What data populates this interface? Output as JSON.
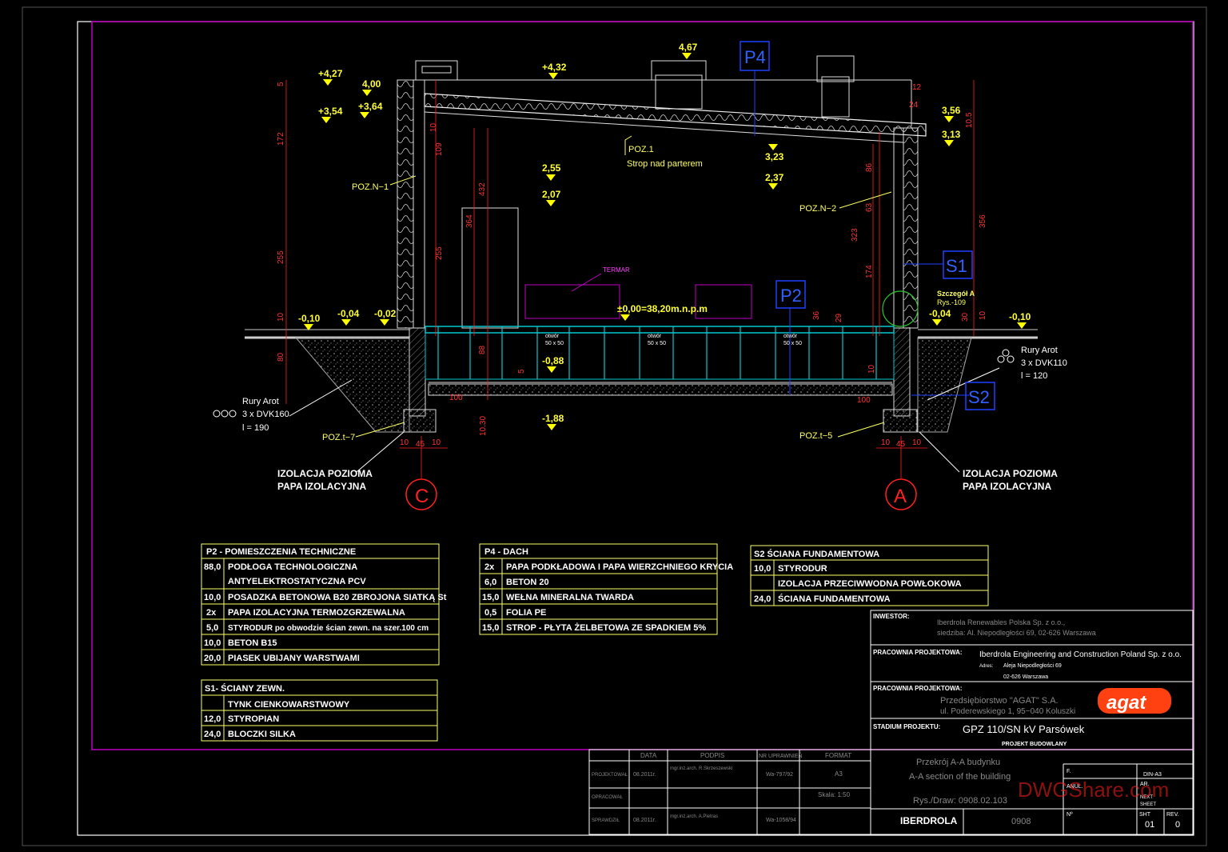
{
  "colors": {
    "background": "#000000",
    "frame": "#ffffff",
    "border": "#c000c0",
    "dimension": "#ff2020",
    "level_marker": "#ffff00",
    "label": "#ffff66",
    "section_tag": "#2040ff",
    "cyan": "#00c8d0",
    "table_border": "#ffff66"
  },
  "elevations": {
    "top_left_chimney": "+4,27",
    "parapet": "4,00",
    "left_eave": "+3,54",
    "left_mid": "+3,64",
    "ridge": "+4,32",
    "chimney": "4,67",
    "right_top": "3,56",
    "right_eave": "3,13",
    "ceiling_a": "3,23",
    "ceiling_b": "2,37",
    "room_a": "2,55",
    "room_b": "2,07",
    "ground_left": "-0,10",
    "ground_left2": "-0,04",
    "ground_left3": "-0,02",
    "ground_right": "-0,10",
    "ground_right2": "-0,04",
    "cable_floor": "-0,88",
    "foundation": "-1,88",
    "zero": "±0,00=38,20m.n.p.m"
  },
  "dims": {
    "left_5": "5",
    "left_172": "172",
    "left_255": "255",
    "left_10": "10",
    "left_80": "80",
    "v10": "10",
    "v109": "109",
    "v432": "432",
    "v364": "364",
    "v255": "255",
    "v88": "88",
    "r12": "12",
    "r24": "24",
    "r105": "10.5",
    "r86": "86",
    "r63": "63",
    "r323": "323",
    "r174": "174",
    "r356": "356",
    "r10": "10",
    "r30": "30",
    "r36": "36",
    "r29": "29",
    "r5": "5",
    "r10b": "10",
    "b100": "100",
    "b100r": "100",
    "b1030": "10.30",
    "f10a": "10",
    "f45a": "45",
    "f10b": "10",
    "f10c": "10",
    "f45b": "45",
    "f10d": "10"
  },
  "labels": {
    "poz1": "POZ.1",
    "poz1_desc": "Strop nad parterem",
    "poz_n1": "POZ.N−1",
    "poz_n2": "POZ.N−2",
    "poz_t7": "POZ.t−7",
    "poz_t5": "POZ.t−5",
    "termar": "TERMAR",
    "szczegol": "Szczegół A",
    "rys": "Rys.-109",
    "otwor1": "otwór",
    "otwor1b": "50 x 50",
    "otwor2": "otwór",
    "otwor2b": "50 x 50",
    "otwor3": "otwór",
    "otwor3b": "50 x 50",
    "rury_left_1": "Rury Arot",
    "rury_left_2": "3 x DVK160",
    "rury_left_3": "l = 190",
    "rury_right_1": "Rury Arot",
    "rury_right_2": "3 x DVK110",
    "rury_right_3": "l = 120",
    "izol_left_1": "IZOLACJA POZIOMA",
    "izol_left_2": "PAPA IZOLACYJNA",
    "izol_right_1": "IZOLACJA POZIOMA",
    "izol_right_2": "PAPA IZOLACYJNA",
    "axis_c": "C",
    "axis_a": "A"
  },
  "tags": {
    "p4": "P4",
    "p2": "P2",
    "s1": "S1",
    "s2": "S2"
  },
  "table_p2": {
    "title": "P2 - POMIESZCZENIA TECHNICZNE",
    "rows": [
      [
        "88,0",
        "PODŁOGA TECHNOLOGICZNA"
      ],
      [
        "",
        "ANTYELEKTROSTATYCZNA PCV"
      ],
      [
        "10,0",
        "POSADZKA BETONOWA B20 ZBROJONA SIATKĄ St"
      ],
      [
        "2x",
        "PAPA IZOLACYJNA TERMOZGRZEWALNA"
      ],
      [
        "5,0",
        "STYRODUR po obwodzie ścian zewn. na szer.100 cm"
      ],
      [
        "10,0",
        "BETON B15"
      ],
      [
        "20,0",
        "PIASEK UBIJANY WARSTWAMI"
      ]
    ]
  },
  "table_s1": {
    "title": "S1- ŚCIANY ZEWN.",
    "rows": [
      [
        "",
        "TYNK CIENKOWARSTWOWY"
      ],
      [
        "12,0",
        "STYROPIAN"
      ],
      [
        "24,0",
        "BLOCZKI SILKA"
      ]
    ]
  },
  "table_p4": {
    "title": "P4 - DACH",
    "rows": [
      [
        "2x",
        "PAPA PODKŁADOWA I PAPA WIERZCHNIEGO KRYCIA"
      ],
      [
        "6,0",
        "BETON 20"
      ],
      [
        "15,0",
        "WEŁNA MINERALNA TWARDA"
      ],
      [
        "0,5",
        "FOLIA PE"
      ],
      [
        "15,0",
        "STROP - PŁYTA ŻELBETOWA ZE SPADKIEM 5%"
      ]
    ]
  },
  "table_s2": {
    "title": "S2 ŚCIANA FUNDAMENTOWA",
    "rows": [
      [
        "10,0",
        "STYRODUR"
      ],
      [
        "",
        "IZOLACJA PRZECIWWODNA POWŁOKOWA"
      ],
      [
        "24,0",
        "ŚCIANA FUNDAMENTOWA"
      ]
    ]
  },
  "titleblock": {
    "inwestor_label": "INWESTOR:",
    "inwestor_1": "Iberdrola Renewables Polska Sp. z o.o.,",
    "inwestor_2": "siedziba: Al. Niepodległości 69, 02-626 Warszawa",
    "prac1_label": "PRACOWNIA PROJEKTOWA:",
    "prac1_1": "Iberdrola Engineering and Construction Poland Sp. z o.o.",
    "prac1_adres": "Adres:",
    "prac1_2": "Aleja Niepodległości 69",
    "prac1_3": "02-626 Warszawa",
    "prac2_label": "PRACOWNIA PROJEKTOWA:",
    "prac2_1": "Przedsiębiorstwo \"AGAT\" S.A.",
    "prac2_2": "ul. Poderewskiego 1, 95−040 Koluszki",
    "logo": "agat",
    "stadium_label": "STADIUM PROJEKTU:",
    "project": "GPZ 110/SN  kV Parsówek",
    "stadium": "PROJEKT BUDOWLANY",
    "drawing_pl": "Przekrój A-A budynku",
    "drawing_en": "A-A section of the building",
    "rys": "Rys./Draw: 0908.02.103",
    "f_label": "F.",
    "format": "DIN-A3",
    "anul_label": "ANUL.",
    "ar": "AR.",
    "next": "NEXT",
    "sheet": "SHEET",
    "nr": "Nº",
    "sht_label": "SHT",
    "sht": "01",
    "rev_label": "REV.",
    "rev": "0",
    "job": "0908",
    "brand": "IBERDROLA",
    "watermark": "DWGShare.com",
    "head_data": "DATA",
    "head_podpis": "PODPIS",
    "head_nr": "NR UPRAWNIEŃ",
    "head_format": "FORMAT",
    "row1_label": "PROJEKTOWAŁ",
    "row1_data": "08.2011r.",
    "row1_podpis": "mgr.inż.arch. R.Skrzeszewski",
    "row1_nr": "Wa-797/92",
    "row1_format": "A3",
    "row2_label": "OPRACOWAŁ",
    "row2_skala": "Skala: 1:50",
    "row3_label": "SPRAWDZIŁ",
    "row3_data": "08.2011r.",
    "row3_podpis": "mgr.inż.arch. A.Pietras",
    "row3_nr": "Wa-1058/94"
  }
}
